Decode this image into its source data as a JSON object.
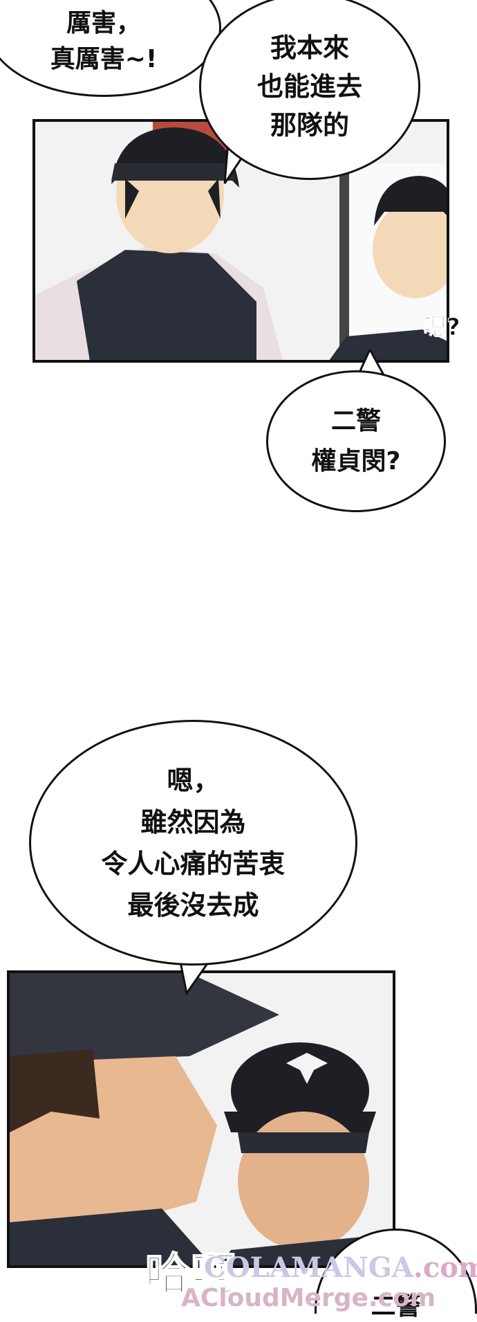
{
  "bubbles": {
    "b1": [
      "厲害，",
      "真厲害~!"
    ],
    "b2": [
      "我本來",
      "也能進去",
      "那隊的"
    ],
    "b3": [
      "二警",
      "權貞閔?"
    ],
    "b4": [
      "嗯，",
      "雖然因為",
      "令人心痛的苦衷",
      "最後沒去成"
    ],
    "b5": [
      "二警"
    ]
  },
  "sfx": {
    "hm": "嗯?",
    "haa": "哈啊"
  },
  "watermark": {
    "line1": "COLAMANGA",
    "line1_suffix": ".com",
    "line2": "ACloudMerge.com"
  }
}
